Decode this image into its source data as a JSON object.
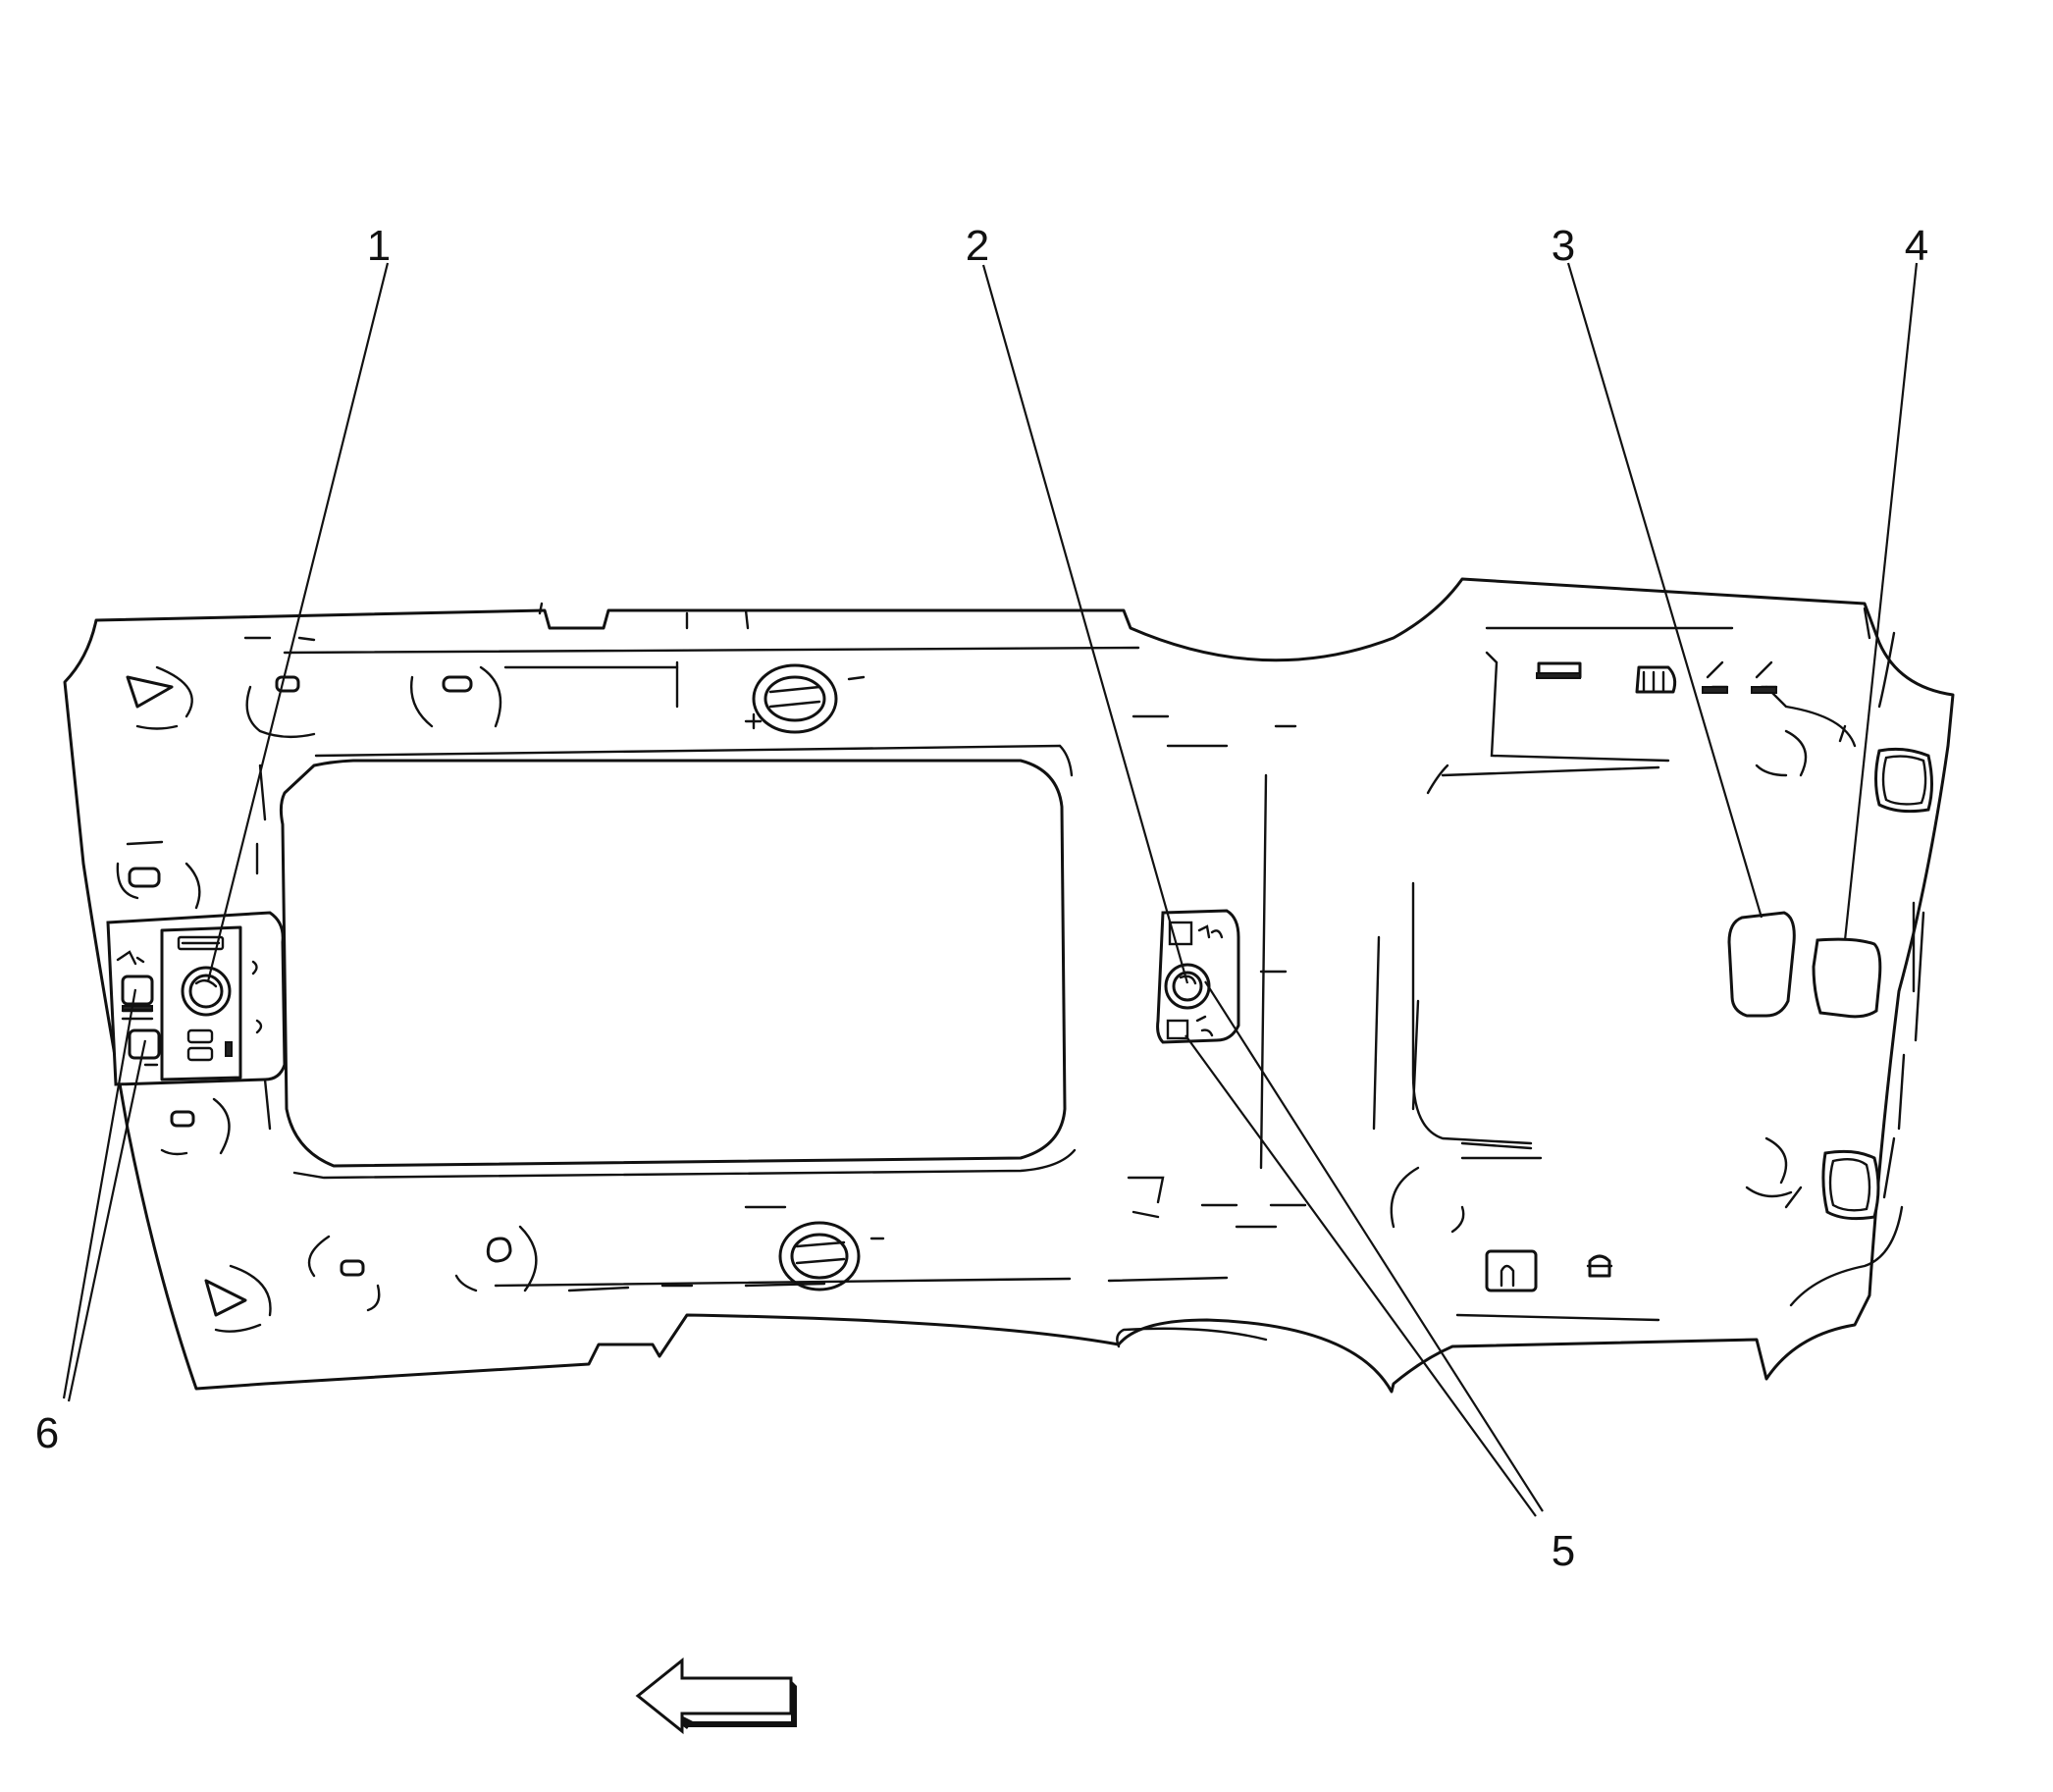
{
  "callouts": [
    {
      "id": "1",
      "label": "1"
    },
    {
      "id": "2",
      "label": "2"
    },
    {
      "id": "3",
      "label": "3"
    },
    {
      "id": "4",
      "label": "4"
    },
    {
      "id": "5",
      "label": "5"
    },
    {
      "id": "6",
      "label": "6"
    }
  ],
  "icons": {
    "direction_arrow": "left-arrow-icon"
  }
}
